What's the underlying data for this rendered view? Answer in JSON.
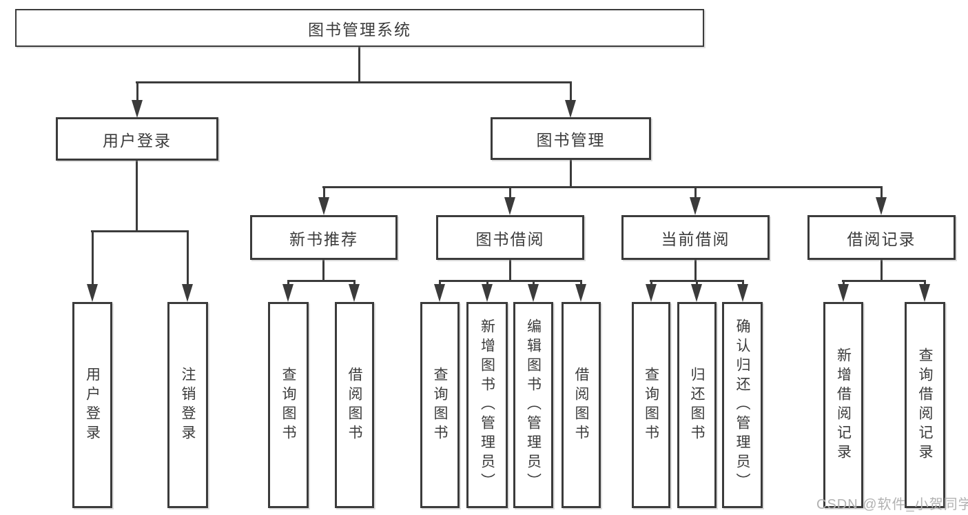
{
  "tree": {
    "root": {
      "label": "图书管理系统"
    },
    "branches": [
      {
        "label": "用户登录",
        "children": [
          {
            "label": "用户登录"
          },
          {
            "label": "注销登录"
          }
        ]
      },
      {
        "label": "图书管理",
        "children": [
          {
            "label": "新书推荐",
            "children": [
              {
                "label": "查询图书"
              },
              {
                "label": "借阅图书"
              }
            ]
          },
          {
            "label": "图书借阅",
            "children": [
              {
                "label": "查询图书"
              },
              {
                "label": "新增图书（管理员）"
              },
              {
                "label": "编辑图书（管理员）"
              },
              {
                "label": "借阅图书"
              }
            ]
          },
          {
            "label": "当前借阅",
            "children": [
              {
                "label": "查询图书"
              },
              {
                "label": "归还图书"
              },
              {
                "label": "确认归还（管理员）"
              }
            ]
          },
          {
            "label": "借阅记录",
            "children": [
              {
                "label": "新增借阅记录"
              },
              {
                "label": "查询借阅记录"
              }
            ]
          }
        ]
      }
    ]
  },
  "watermark": {
    "text": "CSDN @软件_小贺同学"
  },
  "colors": {
    "line": "#3b3b3b",
    "text": "#3b3b3b",
    "box_background": "#ffffff",
    "page_background": "#ffffff",
    "watermark": "#b2b2b2"
  }
}
